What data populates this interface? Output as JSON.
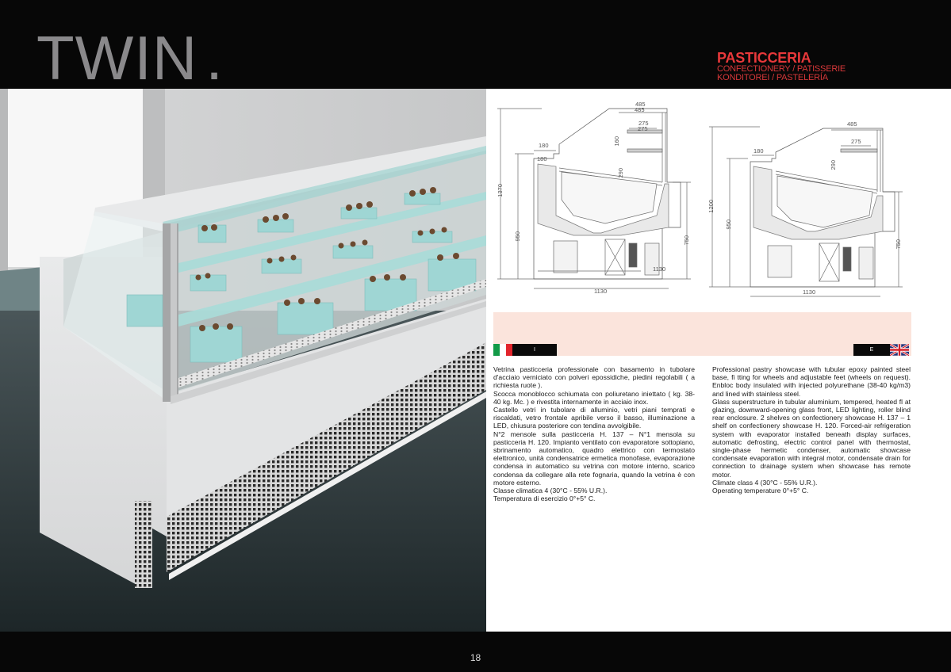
{
  "header": {
    "title": "TWIN",
    "title_dot": ".",
    "category": {
      "main": "PASTICCERIA",
      "sub1": "CONFECTIONERY / PATISSERIE",
      "sub2": "KONDITOREI / PASTELERÍA"
    }
  },
  "photo": {
    "subject": "Twin pastry display showcase with glass shelves and cakes"
  },
  "drawings": [
    {
      "model": "H. 137",
      "dimensions": {
        "total_height": "1370",
        "counter_height": "950",
        "base_height": "750",
        "width": "1130",
        "top_depth": "485",
        "shelf_depth": "275",
        "shelf_gap": "160",
        "display_height": "290",
        "front_ledge": "180"
      }
    },
    {
      "model": "H. 120",
      "dimensions": {
        "total_height": "1200",
        "counter_height": "950",
        "base_height": "750",
        "width": "1130",
        "top_depth": "485",
        "shelf_depth": "275",
        "display_height": "290",
        "front_ledge": "180"
      }
    }
  ],
  "languages": {
    "italian": {
      "label": "I",
      "flag": "italy-flag",
      "colors": [
        "#129a47",
        "#ffffff",
        "#e2242b"
      ]
    },
    "english": {
      "label": "E",
      "flag": "uk-flag"
    }
  },
  "text": {
    "italian": [
      "Vetrina pasticceria professionale con basamento in tubolare d'acciaio verniciato con polveri epossidiche, piedini regolabili ( a richiesta ruote ).",
      "Scocca monoblocco schiumata con poliuretano iniettato ( kg. 38-40 kg. Mc. ) e rivestita internamente in acciaio inox.",
      "Castello vetri in tubolare di alluminio, vetri piani temprati e riscaldati, vetro frontale apribile verso il basso, illuminazione a LED, chiusura posteriore con tendina avvolgibile.",
      "N°2 mensole sulla pasticceria H. 137 – N°1 mensola su pasticceria H. 120. Impianto ventilato con evaporatore sottopiano, sbrinamento automatico, quadro elettrico con termostato elettronico, unità condensatrice ermetica monofase, evaporazione condensa in automatico su vetrina con motore interno, scarico condensa da collegare alla rete fognaria, quando la vetrina è con motore esterno.",
      "Classe climatica 4 (30°C - 55% U.R.).",
      "Temperatura di esercizio 0°+5° C."
    ],
    "english": [
      "Professional pastry showcase with tubular epoxy painted steel base, fi tting for wheels and adjustable feet (wheels on request). Enbloc body insulated with injected polyurethane (38-40 kg/m3) and lined with stainless steel.",
      "Glass superstructure in tubular aluminium, tempered, heated fl at glazing, downward-opening glass front, LED lighting, roller blind rear enclosure. 2 shelves on confectionery showcase H. 137 – 1 shelf on confectionery showcase H. 120. Forced-air refrigeration system with evaporator installed beneath display surfaces, automatic defrosting, electric control panel with thermostat, single-phase hermetic condenser, automatic showcase condensate evaporation with integral motor, condensate drain for connection to drainage system when showcase has remote motor.",
      "Climate class 4 (30°C - 55% U.R.).",
      "Operating temperature 0°+5° C."
    ]
  },
  "footer": {
    "page_number": "18"
  },
  "colors": {
    "background": "#070707",
    "title_gray": "#8a898b",
    "accent_red": "#e8383a",
    "pink_band": "#fbe4dc"
  }
}
